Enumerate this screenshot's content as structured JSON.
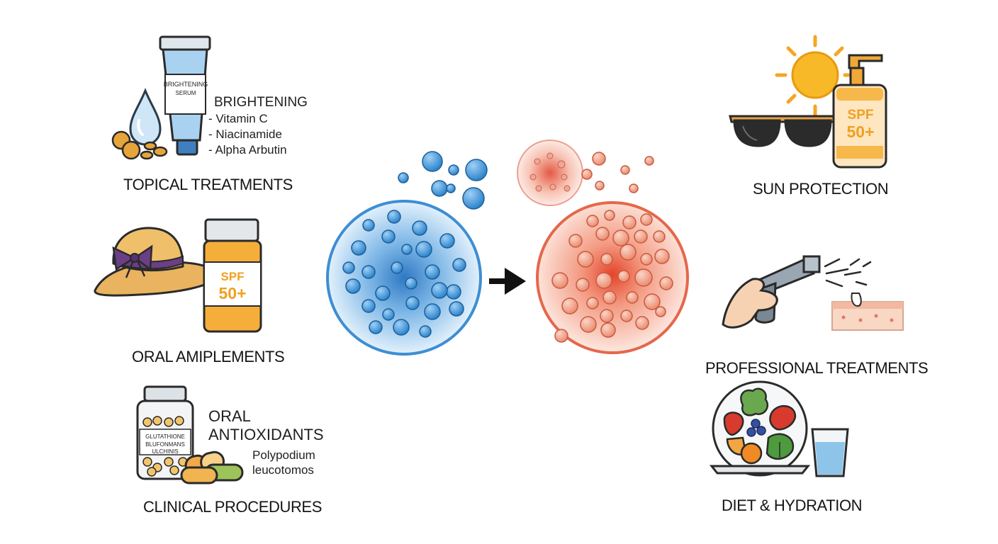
{
  "captions": {
    "topical": "TOPICAL TREATMENTS",
    "oral_supplements": "ORAL AMIPLEMENTS",
    "clinical": "CLINICAL PROCEDURES",
    "sun": "SUN PROTECTION",
    "professional": "PROFESSIONAL TREATMENTS",
    "diet": "DIET & HYDRATION"
  },
  "topical": {
    "tube_label_line1": "BRIGHTENING",
    "tube_label_line2": "SERUM",
    "heading": "BRIGHTENING",
    "ingredients": [
      "- Vitamin C",
      "- Niacinamide",
      "- Alpha Arbutin"
    ]
  },
  "oral_supplements": {
    "bottle_line1": "SPF",
    "bottle_line2": "50+"
  },
  "antioxidants": {
    "heading_line1": "ORAL",
    "heading_line2": "ANTIOXIDANTS",
    "sub_line1": "Polypodium",
    "sub_line2": "leucotomos",
    "jar_label": [
      "GLUTATHIONE",
      "BLUFONMANS",
      "ULCHINIS"
    ]
  },
  "sun": {
    "bottle_line1": "SPF",
    "bottle_line2": "50+"
  },
  "colors": {
    "healthy_blue": "#3d8ed4",
    "pigmented_red": "#e5674b",
    "accent_orange": "#f5a623"
  }
}
